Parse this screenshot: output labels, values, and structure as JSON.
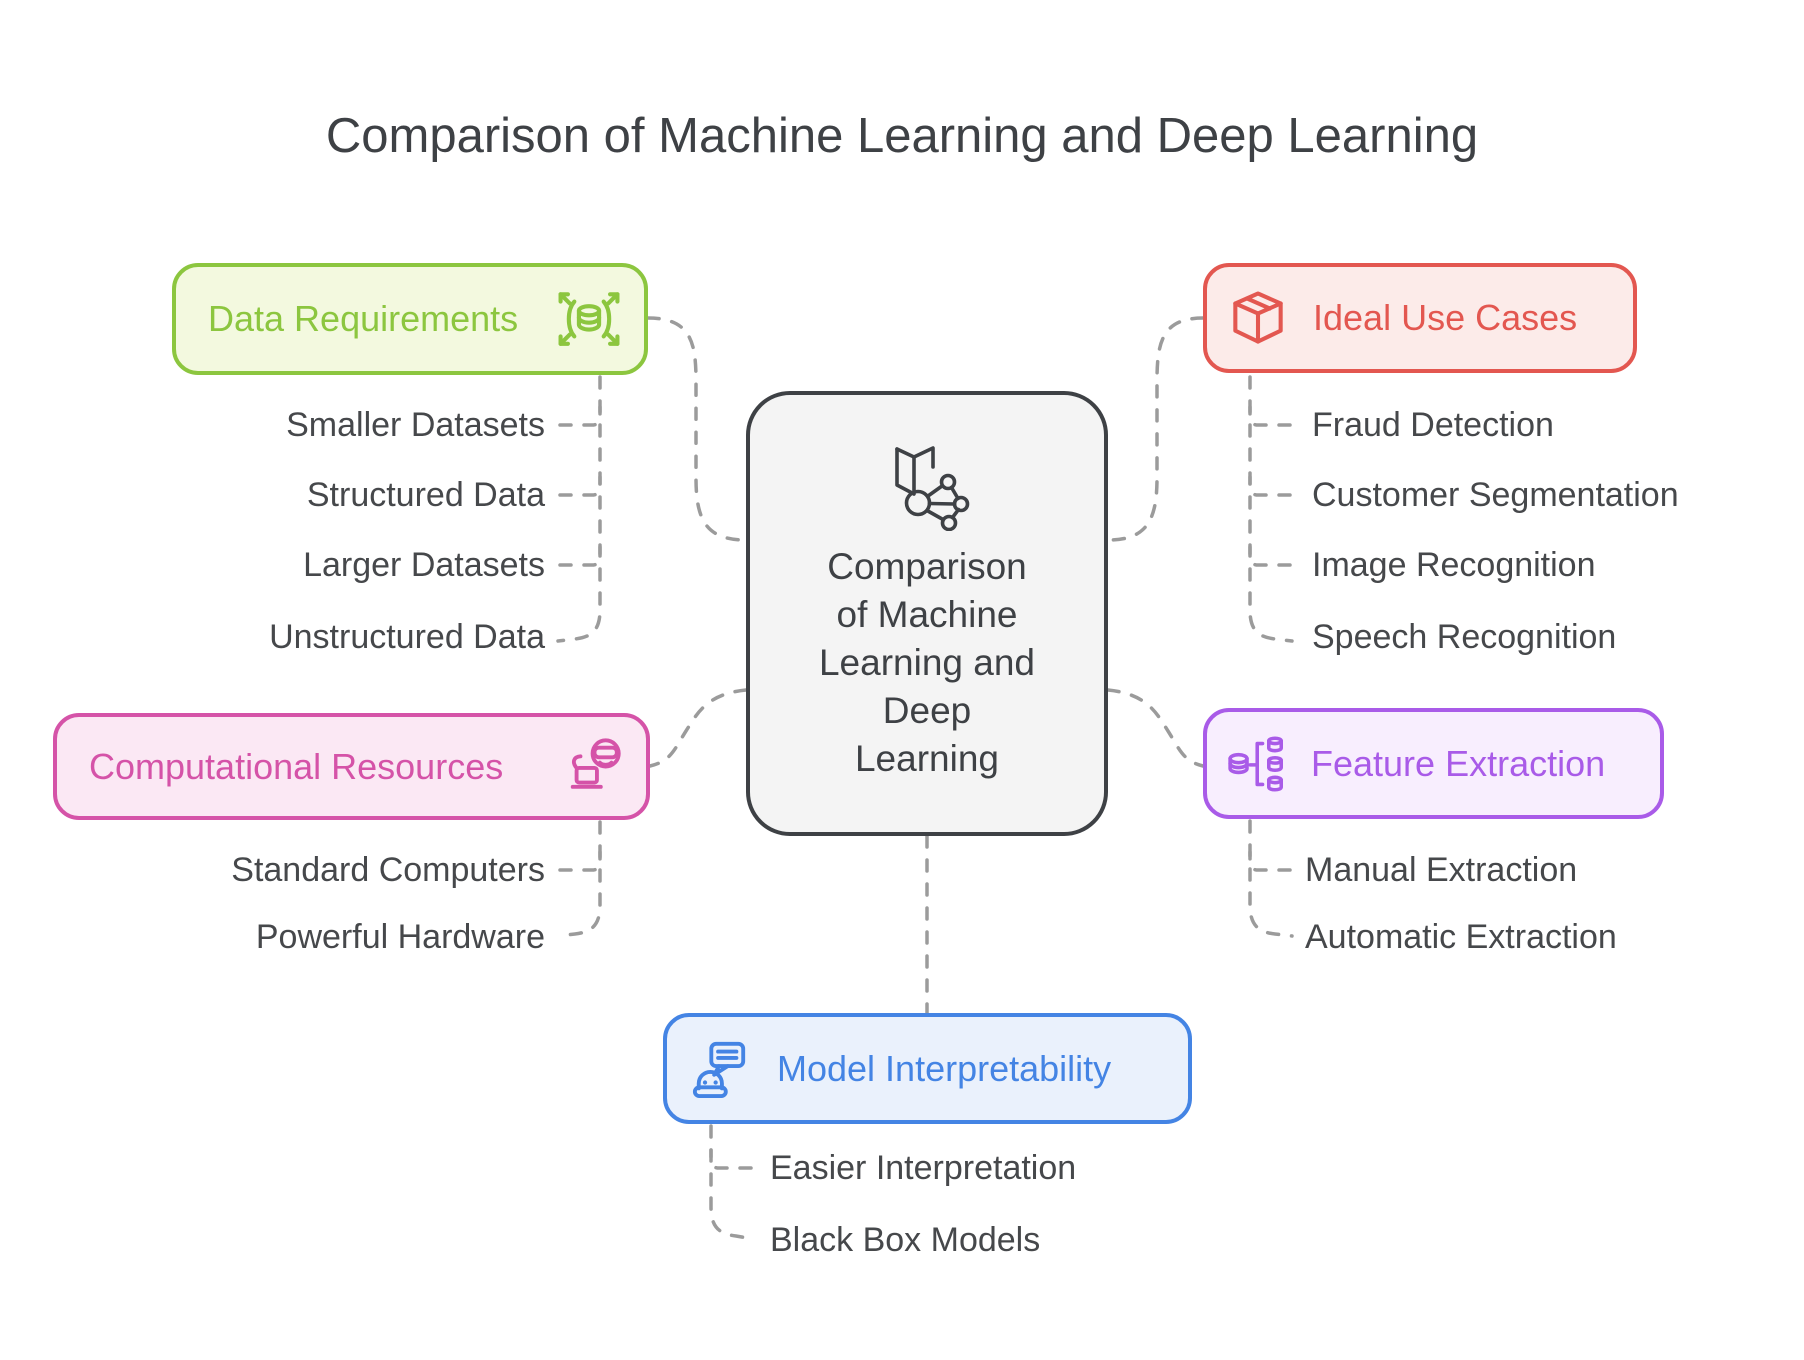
{
  "title": "Comparison of Machine Learning and Deep Learning",
  "center": {
    "label": "Comparison of Machine Learning and Deep Learning",
    "label_lines": [
      "Comparison",
      "of Machine",
      "Learning and",
      "Deep",
      "Learning"
    ],
    "icon": "book-network-icon"
  },
  "branches": [
    {
      "id": "data-requirements",
      "label": "Data Requirements",
      "icon": "database-expand-icon",
      "color": "#8CC63F",
      "bg": "#F3F9DF",
      "items": [
        "Smaller Datasets",
        "Structured Data",
        "Larger Datasets",
        "Unstructured Data"
      ]
    },
    {
      "id": "ideal-use-cases",
      "label": "Ideal Use Cases",
      "icon": "cube-icon",
      "color": "#E35750",
      "bg": "#FCEBE9",
      "items": [
        "Fraud Detection",
        "Customer Segmentation",
        "Image Recognition",
        "Speech Recognition"
      ]
    },
    {
      "id": "computational-resources",
      "label": "Computational Resources",
      "icon": "laptop-vr-icon",
      "color": "#D553A8",
      "bg": "#FBE8F4",
      "items": [
        "Standard Computers",
        "Powerful Hardware"
      ]
    },
    {
      "id": "feature-extraction",
      "label": "Feature Extraction",
      "icon": "data-split-icon",
      "color": "#A95BE8",
      "bg": "#F8EEFE",
      "items": [
        "Manual Extraction",
        "Automatic Extraction"
      ]
    },
    {
      "id": "model-interpretability",
      "label": "Model Interpretability",
      "icon": "robot-chat-icon",
      "color": "#4484E4",
      "bg": "#EAF1FC",
      "items": [
        "Easier Interpretation",
        "Black Box Models"
      ]
    }
  ],
  "palette": {
    "title_text": "#3E4145",
    "leaf_text": "#46484B",
    "center_fill": "#F4F4F4",
    "center_border": "#3E4145",
    "connector": "#9B9B9B"
  }
}
